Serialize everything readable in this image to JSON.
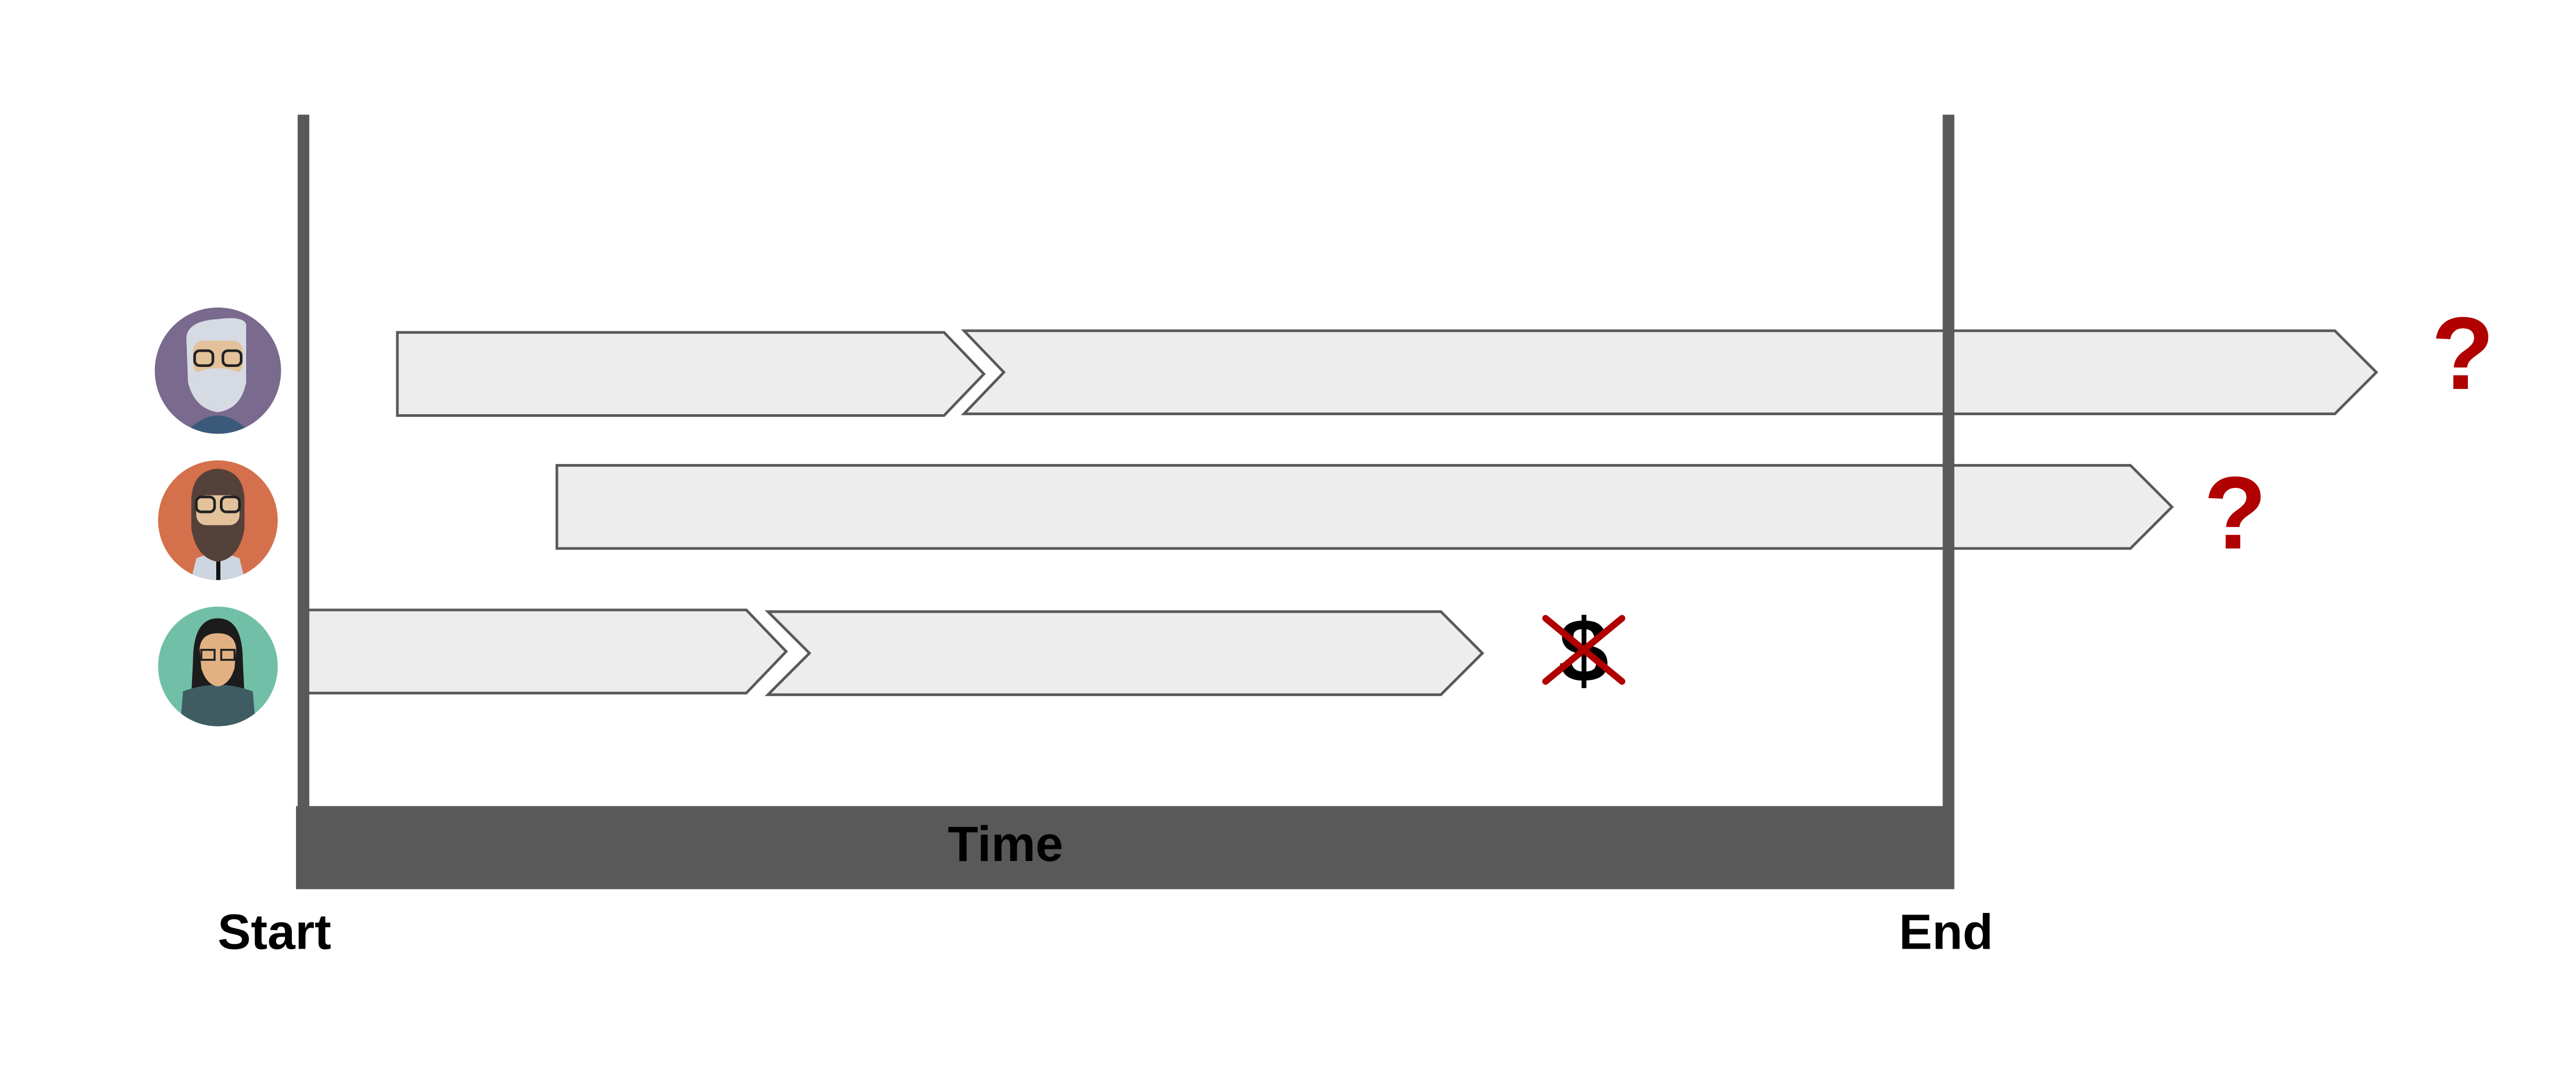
{
  "axis": {
    "time_label": "Time",
    "start_label": "Start",
    "end_label": "End"
  },
  "rows": [
    {
      "person": "older-man-with-beard",
      "outcome": "?",
      "outcome_icon": "question-mark-icon"
    },
    {
      "person": "bearded-man-with-tie",
      "outcome": "?",
      "outcome_icon": "question-mark-icon"
    },
    {
      "person": "woman-with-glasses",
      "outcome": "$",
      "outcome_icon": "crossed-dollar-icon"
    }
  ],
  "colors": {
    "axis": "#595959",
    "arrow_fill": "#ededed",
    "question": "#b00000",
    "cross": "#b00000",
    "avatar1": "#7a6a8e",
    "avatar2": "#d4704b",
    "avatar3": "#72bfa8"
  }
}
